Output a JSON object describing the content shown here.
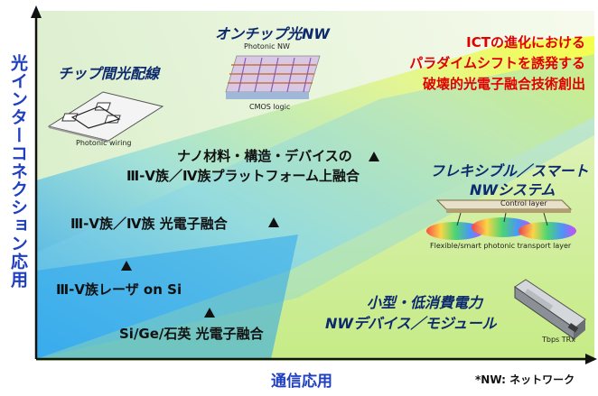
{
  "axes": {
    "y_label": "光インターコネクション応用",
    "x_label": "通信応用",
    "note": "*NW: ネットワーク"
  },
  "categories": {
    "chip_wiring": "チップ間光配線",
    "onchip_nw": "オンチップ光NW",
    "flexible_nw": "フレキシブル／スマート NWシステム",
    "flexible_nw_line1": "フレキシブル／スマート",
    "flexible_nw_line2": "NWシステム",
    "low_power_line1": "小型・低消費電力",
    "low_power_line2": "NWデバイス／モジュール"
  },
  "highlight": {
    "line1": "ICTの進化における",
    "line2": "パラダイムシフトを誘発する",
    "line3": "破壊的光電子融合技術創出"
  },
  "technologies": {
    "nano_line1": "ナノ材料・構造・デバイスの",
    "nano_line2": "Ⅲ-Ⅴ族／Ⅳ族プラットフォーム上融合",
    "iii_v_iv": "Ⅲ-Ⅴ族／Ⅳ族 光電子融合",
    "laser_on_si": "Ⅲ-Ⅴ族レーザ on Si",
    "si_ge": "Si/Ge/石英 光電子融合"
  },
  "illustration_labels": {
    "photonic_wiring": "Photonic wiring",
    "photonic_nw": "Photonic NW",
    "cmos_logic": "CMOS logic",
    "control_layer": "Control layer",
    "transport_layer": "Flexible/smart photonic transport layer",
    "trx": "Tbps TRx"
  },
  "colors": {
    "axis_label": "#1f3fbf",
    "highlight_text": "#e00000",
    "category_text": "#0d2a6e"
  }
}
